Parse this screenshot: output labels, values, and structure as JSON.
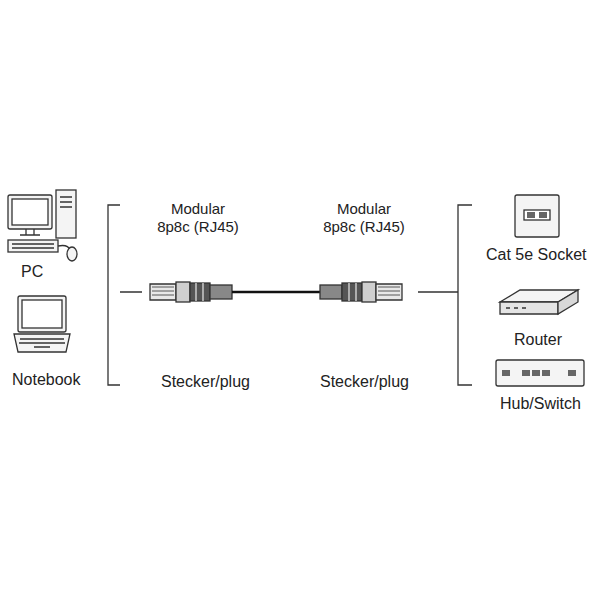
{
  "diagram": {
    "labels": [
      "PC",
      "Notebook",
      "Modular 8p8c (RJ45)",
      "Modular 8p8c (RJ45)",
      "Stecker/plug",
      "Stecker/plug",
      "Cat 5e Socket",
      "Router",
      "Hub/Switch"
    ]
  }
}
